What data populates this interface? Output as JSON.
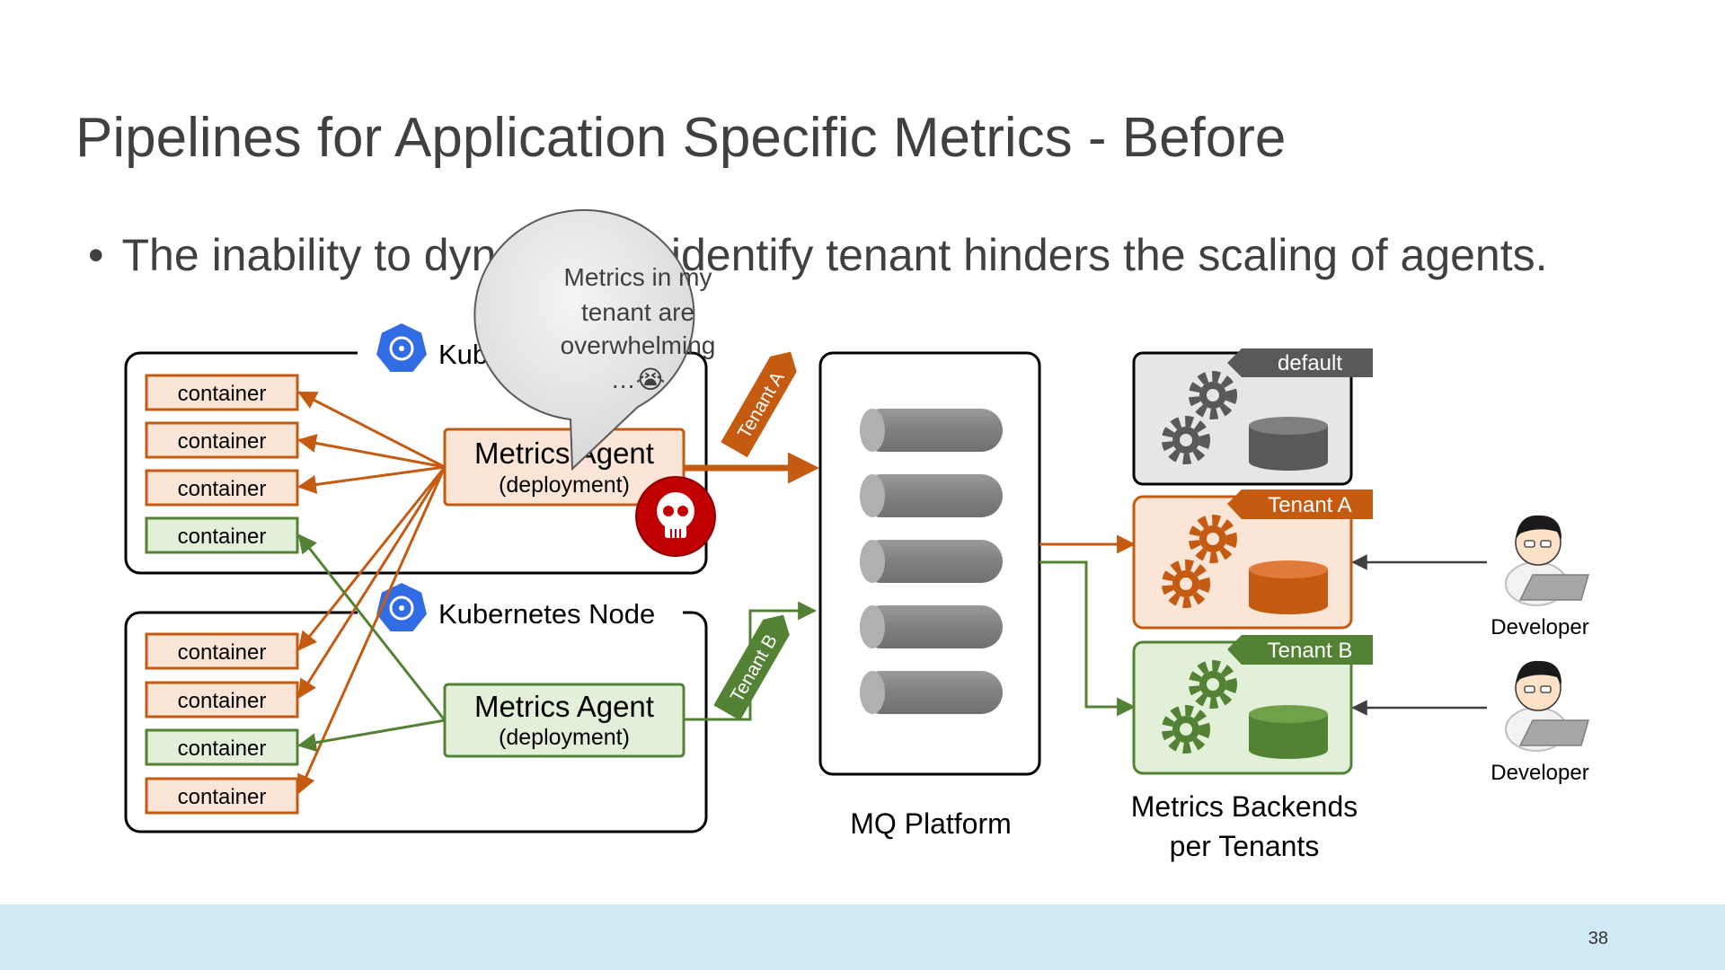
{
  "slide": {
    "title": "Pipelines for Application Specific Metrics - Before",
    "bullet": "The inability to dynamically identify tenant hinders the scaling of agents.",
    "page_number": "38"
  },
  "node1": {
    "label": "Kubernetes Node",
    "containers": [
      {
        "label": "container",
        "tenant": "A"
      },
      {
        "label": "container",
        "tenant": "A"
      },
      {
        "label": "container",
        "tenant": "A"
      },
      {
        "label": "container",
        "tenant": "B"
      }
    ],
    "agent": {
      "title": "Metrics Agent",
      "subtitle": "(deployment)"
    }
  },
  "node2": {
    "label": "Kubernetes Node",
    "containers": [
      {
        "label": "container",
        "tenant": "A"
      },
      {
        "label": "container",
        "tenant": "A"
      },
      {
        "label": "container",
        "tenant": "B"
      },
      {
        "label": "container",
        "tenant": "A"
      }
    ],
    "agent": {
      "title": "Metrics Agent",
      "subtitle": "(deployment)"
    }
  },
  "speech_bubble": {
    "lines": [
      "Metrics in my",
      "tenant are",
      "overwhelming",
      "…😭"
    ]
  },
  "flow_tags": {
    "tenant_a": "Tenant A",
    "tenant_b": "Tenant B"
  },
  "mq": {
    "label": "MQ Platform"
  },
  "backends": {
    "label_line1": "Metrics Backends",
    "label_line2": "per Tenants",
    "items": [
      {
        "tag": "default",
        "color": "#595959"
      },
      {
        "tag": "Tenant A",
        "color": "#c55a11"
      },
      {
        "tag": "Tenant B",
        "color": "#548235"
      }
    ]
  },
  "developers": [
    {
      "label": "Developer"
    },
    {
      "label": "Developer"
    }
  ],
  "colors": {
    "tenant_a_stroke": "#c55a11",
    "tenant_a_fill": "#fbe5d6",
    "tenant_b_stroke": "#548235",
    "tenant_b_fill": "#e2f0d9",
    "default_fill": "#e7e6e6",
    "k8s_blue": "#326ce5",
    "footer": "#cfe9f5",
    "skull_red": "#c00000"
  }
}
